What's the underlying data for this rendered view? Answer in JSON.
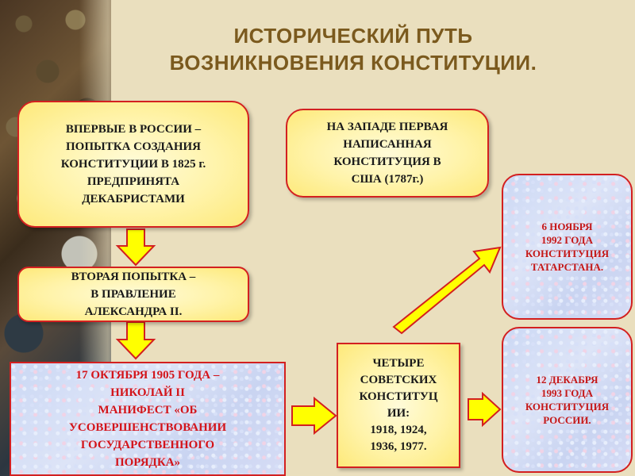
{
  "title": [
    "ИСТОРИЧЕСКИЙ ПУТЬ",
    "ВОЗНИКНОВЕНИЯ КОНСТИТУЦИИ."
  ],
  "boxes": {
    "first_attempt": [
      "ВПЕРВЫЕ В РОССИИ –",
      "ПОПЫТКА СОЗДАНИЯ",
      "КОНСТИТУЦИИ В 1825 г.",
      "ПРЕДПРИНЯТА",
      "ДЕКАБРИСТАМИ"
    ],
    "west": [
      "НА ЗАПАДЕ  ПЕРВАЯ",
      "НАПИСАННАЯ",
      "КОНСТИТУЦИЯ В",
      "США (1787г.)"
    ],
    "second_attempt": [
      "ВТОРАЯ ПОПЫТКА –",
      "В ПРАВЛЕНИЕ",
      "АЛЕКСАНДРА II."
    ],
    "manifesto": [
      "17 ОКТЯБРЯ 1905 ГОДА –",
      "НИКОЛАЙ II",
      "МАНИФЕСТ «ОБ",
      "УСОВЕРШЕНСТВОВАНИИ",
      "ГОСУДАРСТВЕННОГО",
      "ПОРЯДКА»"
    ],
    "soviet": [
      "ЧЕТЫРЕ",
      "СОВЕТСКИХ",
      "КОНСТИТУЦ",
      "ИИ:",
      "1918, 1924,",
      "1936, 1977."
    ],
    "tatarstan": [
      "6 НОЯБРЯ",
      "1992 ГОДА",
      "КОНСТИТУЦИЯ",
      "ТАТАРСТАНА."
    ],
    "russia": [
      "12 ДЕКАБРЯ",
      "1993 ГОДА",
      "КОНСТИТУЦИЯ",
      "РОССИИ."
    ]
  },
  "colors": {
    "title": "#7b5a1e",
    "border": "#d32020",
    "arrow_fill": "#ffff00",
    "arrow_stroke": "#d32020"
  }
}
